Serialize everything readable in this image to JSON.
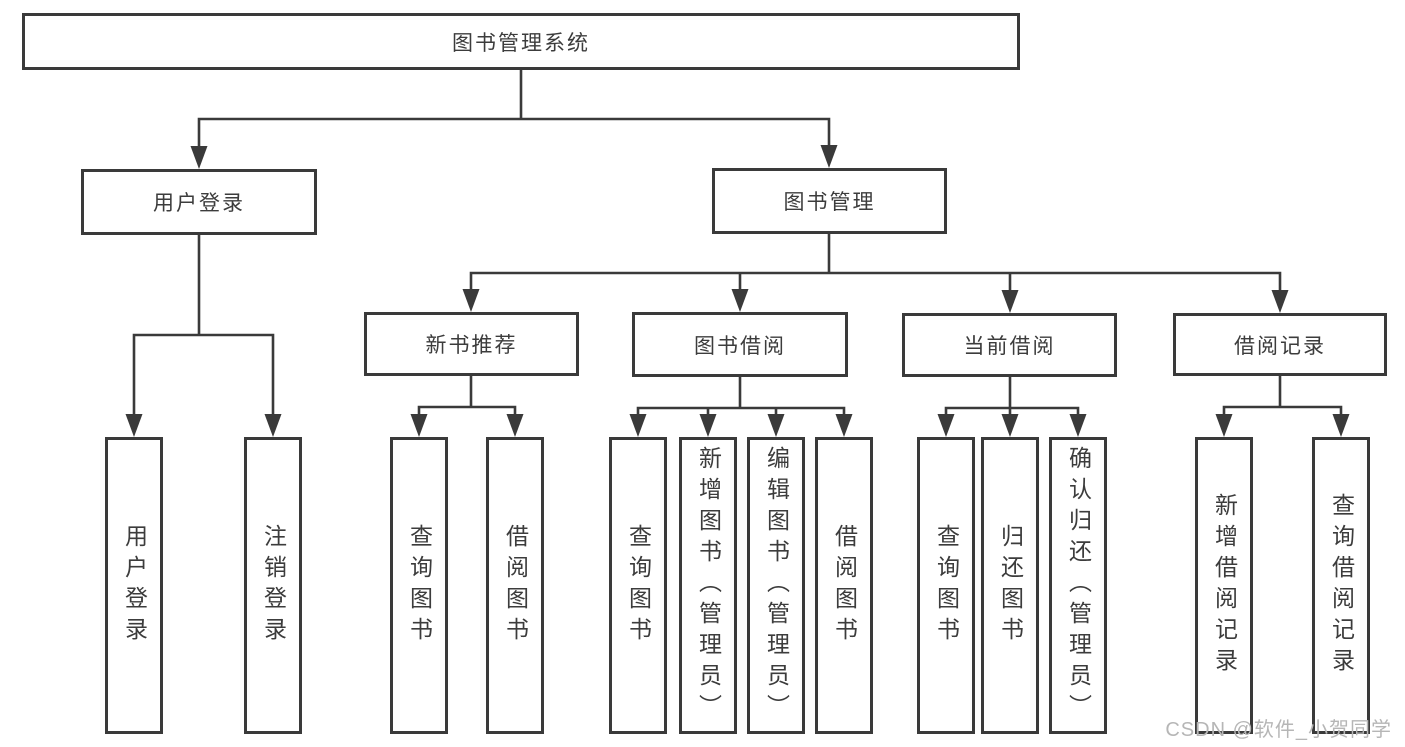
{
  "diagram": {
    "type": "tree",
    "root": {
      "label": "图书管理系统"
    },
    "level2": [
      {
        "id": "user-login",
        "label": "用户登录"
      },
      {
        "id": "book-management",
        "label": "图书管理"
      }
    ],
    "level3": [
      {
        "id": "new-book-recommend",
        "label": "新书推荐",
        "parent": "book-management"
      },
      {
        "id": "book-borrow",
        "label": "图书借阅",
        "parent": "book-management"
      },
      {
        "id": "current-borrow",
        "label": "当前借阅",
        "parent": "book-management"
      },
      {
        "id": "borrow-records",
        "label": "借阅记录",
        "parent": "book-management"
      }
    ],
    "leaves": [
      {
        "label": "用户登录",
        "parent": "user-login"
      },
      {
        "label": "注销登录",
        "parent": "user-login"
      },
      {
        "label": "查询图书",
        "parent": "new-book-recommend"
      },
      {
        "label": "借阅图书",
        "parent": "new-book-recommend"
      },
      {
        "label": "查询图书",
        "parent": "book-borrow"
      },
      {
        "label": "新增图书（管理员）",
        "parent": "book-borrow"
      },
      {
        "label": "编辑图书（管理员）",
        "parent": "book-borrow"
      },
      {
        "label": "借阅图书",
        "parent": "book-borrow"
      },
      {
        "label": "查询图书",
        "parent": "current-borrow"
      },
      {
        "label": "归还图书",
        "parent": "current-borrow"
      },
      {
        "label": "确认归还（管理员）",
        "parent": "current-borrow"
      },
      {
        "label": "新增借阅记录",
        "parent": "borrow-records"
      },
      {
        "label": "查询借阅记录",
        "parent": "borrow-records"
      }
    ]
  },
  "watermark": {
    "text": "CSDN @软件_小贺同学",
    "color": "#b6b6b6"
  },
  "colors": {
    "line": "#3a3a3a",
    "box_border": "#3a3a3a",
    "text": "#3c3c3c",
    "background": "#ffffff"
  }
}
